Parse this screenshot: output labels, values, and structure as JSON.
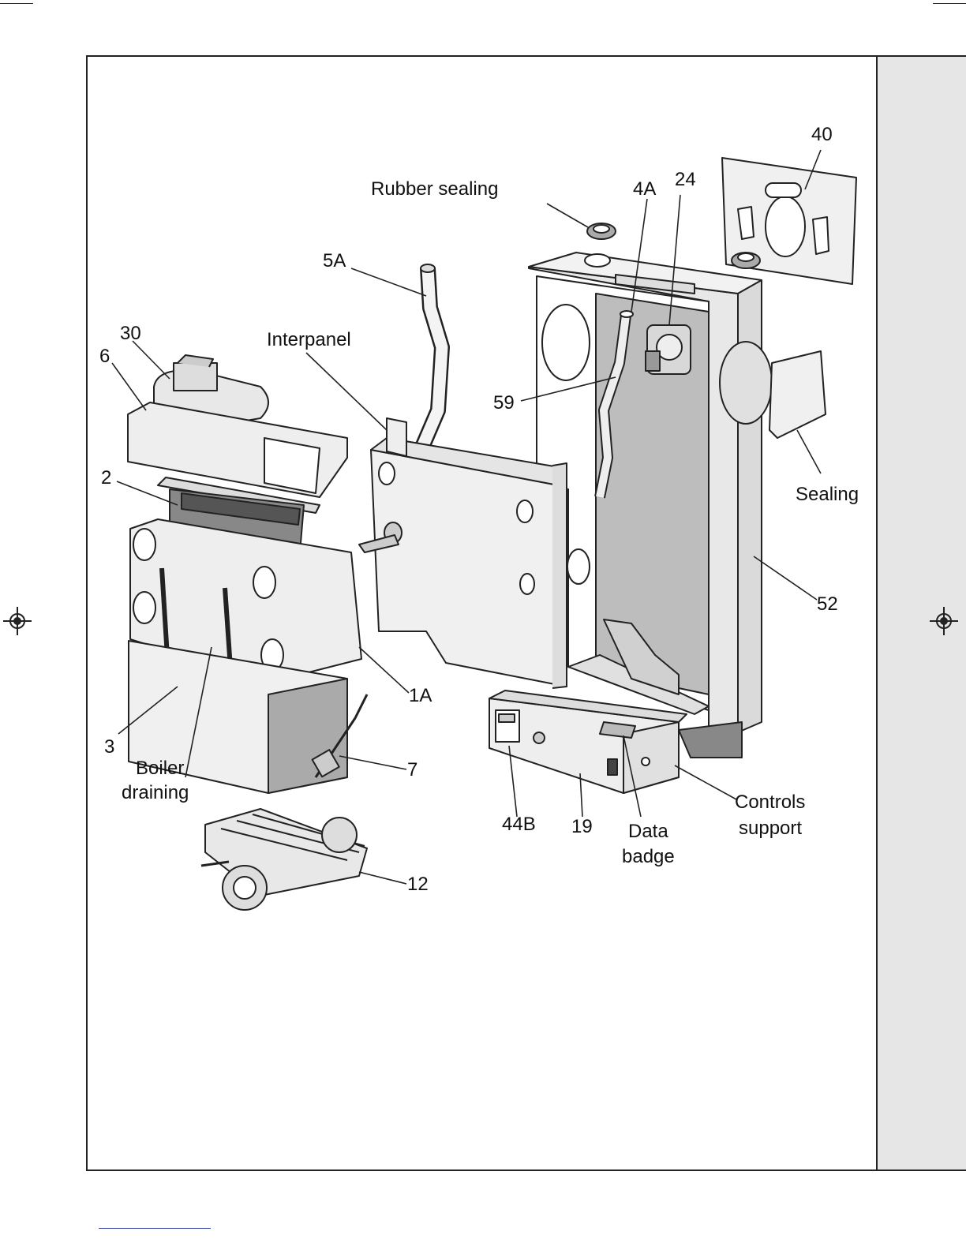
{
  "labels": {
    "rubber_sealing": "Rubber sealing",
    "n4a": "4A",
    "n24": "24",
    "n40": "40",
    "n5a": "5A",
    "n30": "30",
    "interpanel": "Interpanel",
    "n6": "6",
    "n59": "59",
    "n2": "2",
    "sealing": "Sealing",
    "n52": "52",
    "n1a": "1A",
    "n3": "3",
    "boiler": "Boiler",
    "draining": "draining",
    "n7": "7",
    "controls": "Controls",
    "support": "support",
    "n44b": "44B",
    "n19": "19",
    "data": "Data",
    "badge": "badge",
    "n12": "12"
  }
}
